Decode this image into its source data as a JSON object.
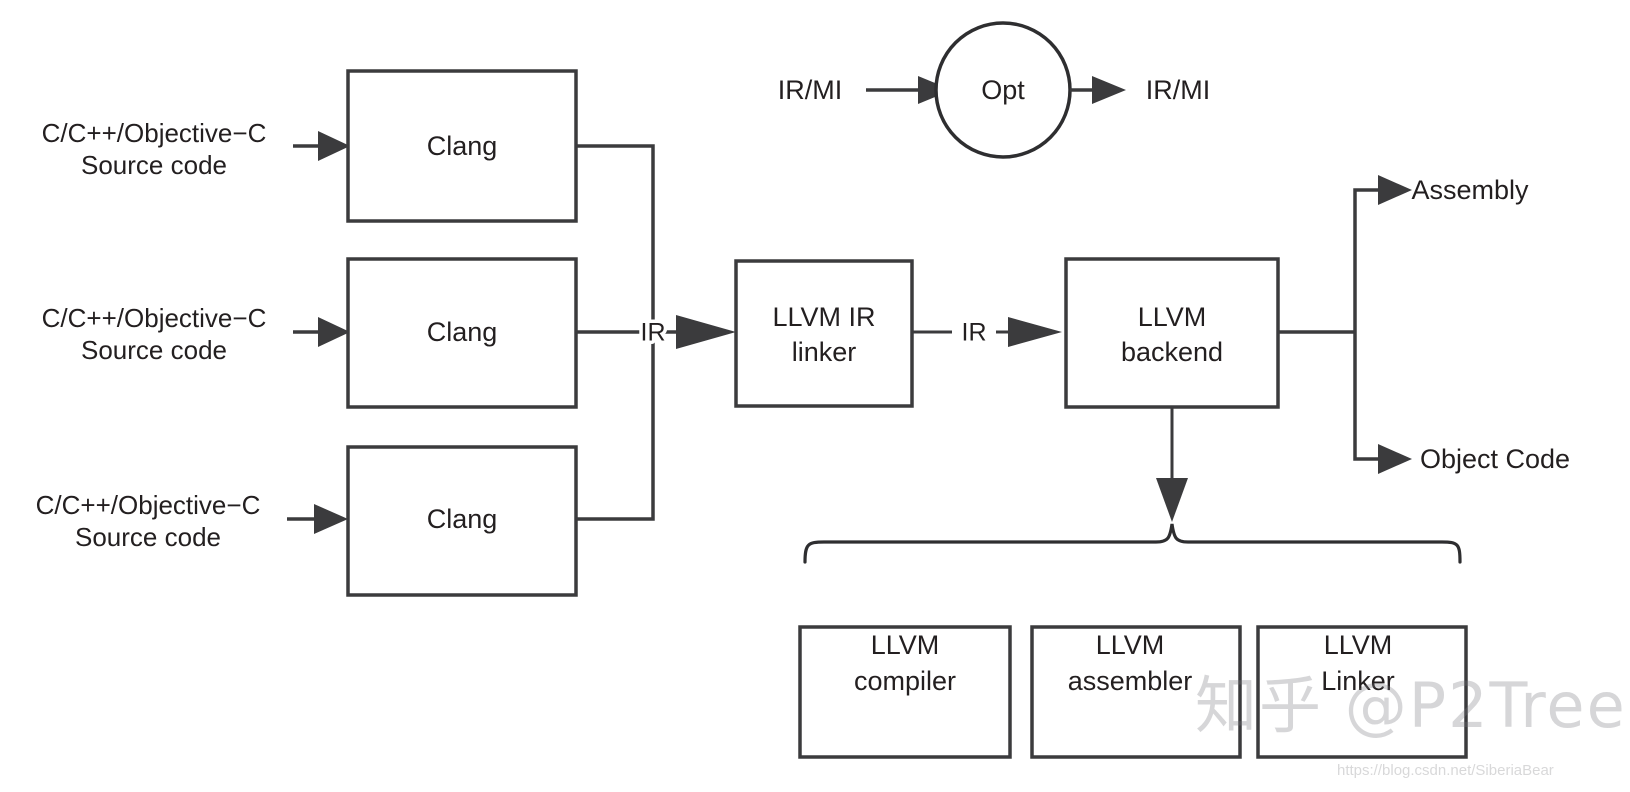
{
  "diagram": {
    "title": "LLVM compilation pipeline",
    "colors": {
      "stroke": "#3b3b3d",
      "text": "#231f20",
      "background": "#ffffff",
      "watermark": "rgba(120,120,125,0.30)"
    },
    "sources": [
      {
        "line1": "C/C++/Objective−C",
        "line2": "Source code"
      },
      {
        "line1": "C/C++/Objective−C",
        "line2": "Source code"
      },
      {
        "line1": "C/C++/Objective−C",
        "line2": "Source code"
      }
    ],
    "frontends": [
      {
        "label": "Clang"
      },
      {
        "label": "Clang"
      },
      {
        "label": "Clang"
      }
    ],
    "edge_labels": {
      "ir_merge": "IR",
      "ir_to_backend": "IR"
    },
    "linker": {
      "line1": "LLVM IR",
      "line2": "linker"
    },
    "backend": {
      "line1": "LLVM",
      "line2": "backend"
    },
    "opt": {
      "label": "Opt",
      "input": "IR/MI",
      "output": "IR/MI"
    },
    "outputs": [
      {
        "label": "Assembly"
      },
      {
        "label": "Object Code"
      }
    ],
    "tools": [
      {
        "line1": "LLVM",
        "line2": "compiler"
      },
      {
        "line1": "LLVM",
        "line2": "assembler"
      },
      {
        "line1": "LLVM",
        "line2": "Linker"
      }
    ]
  },
  "watermark": {
    "handle": "知乎 @P2Tree",
    "url": "https://blog.csdn.net/SiberiaBear"
  }
}
